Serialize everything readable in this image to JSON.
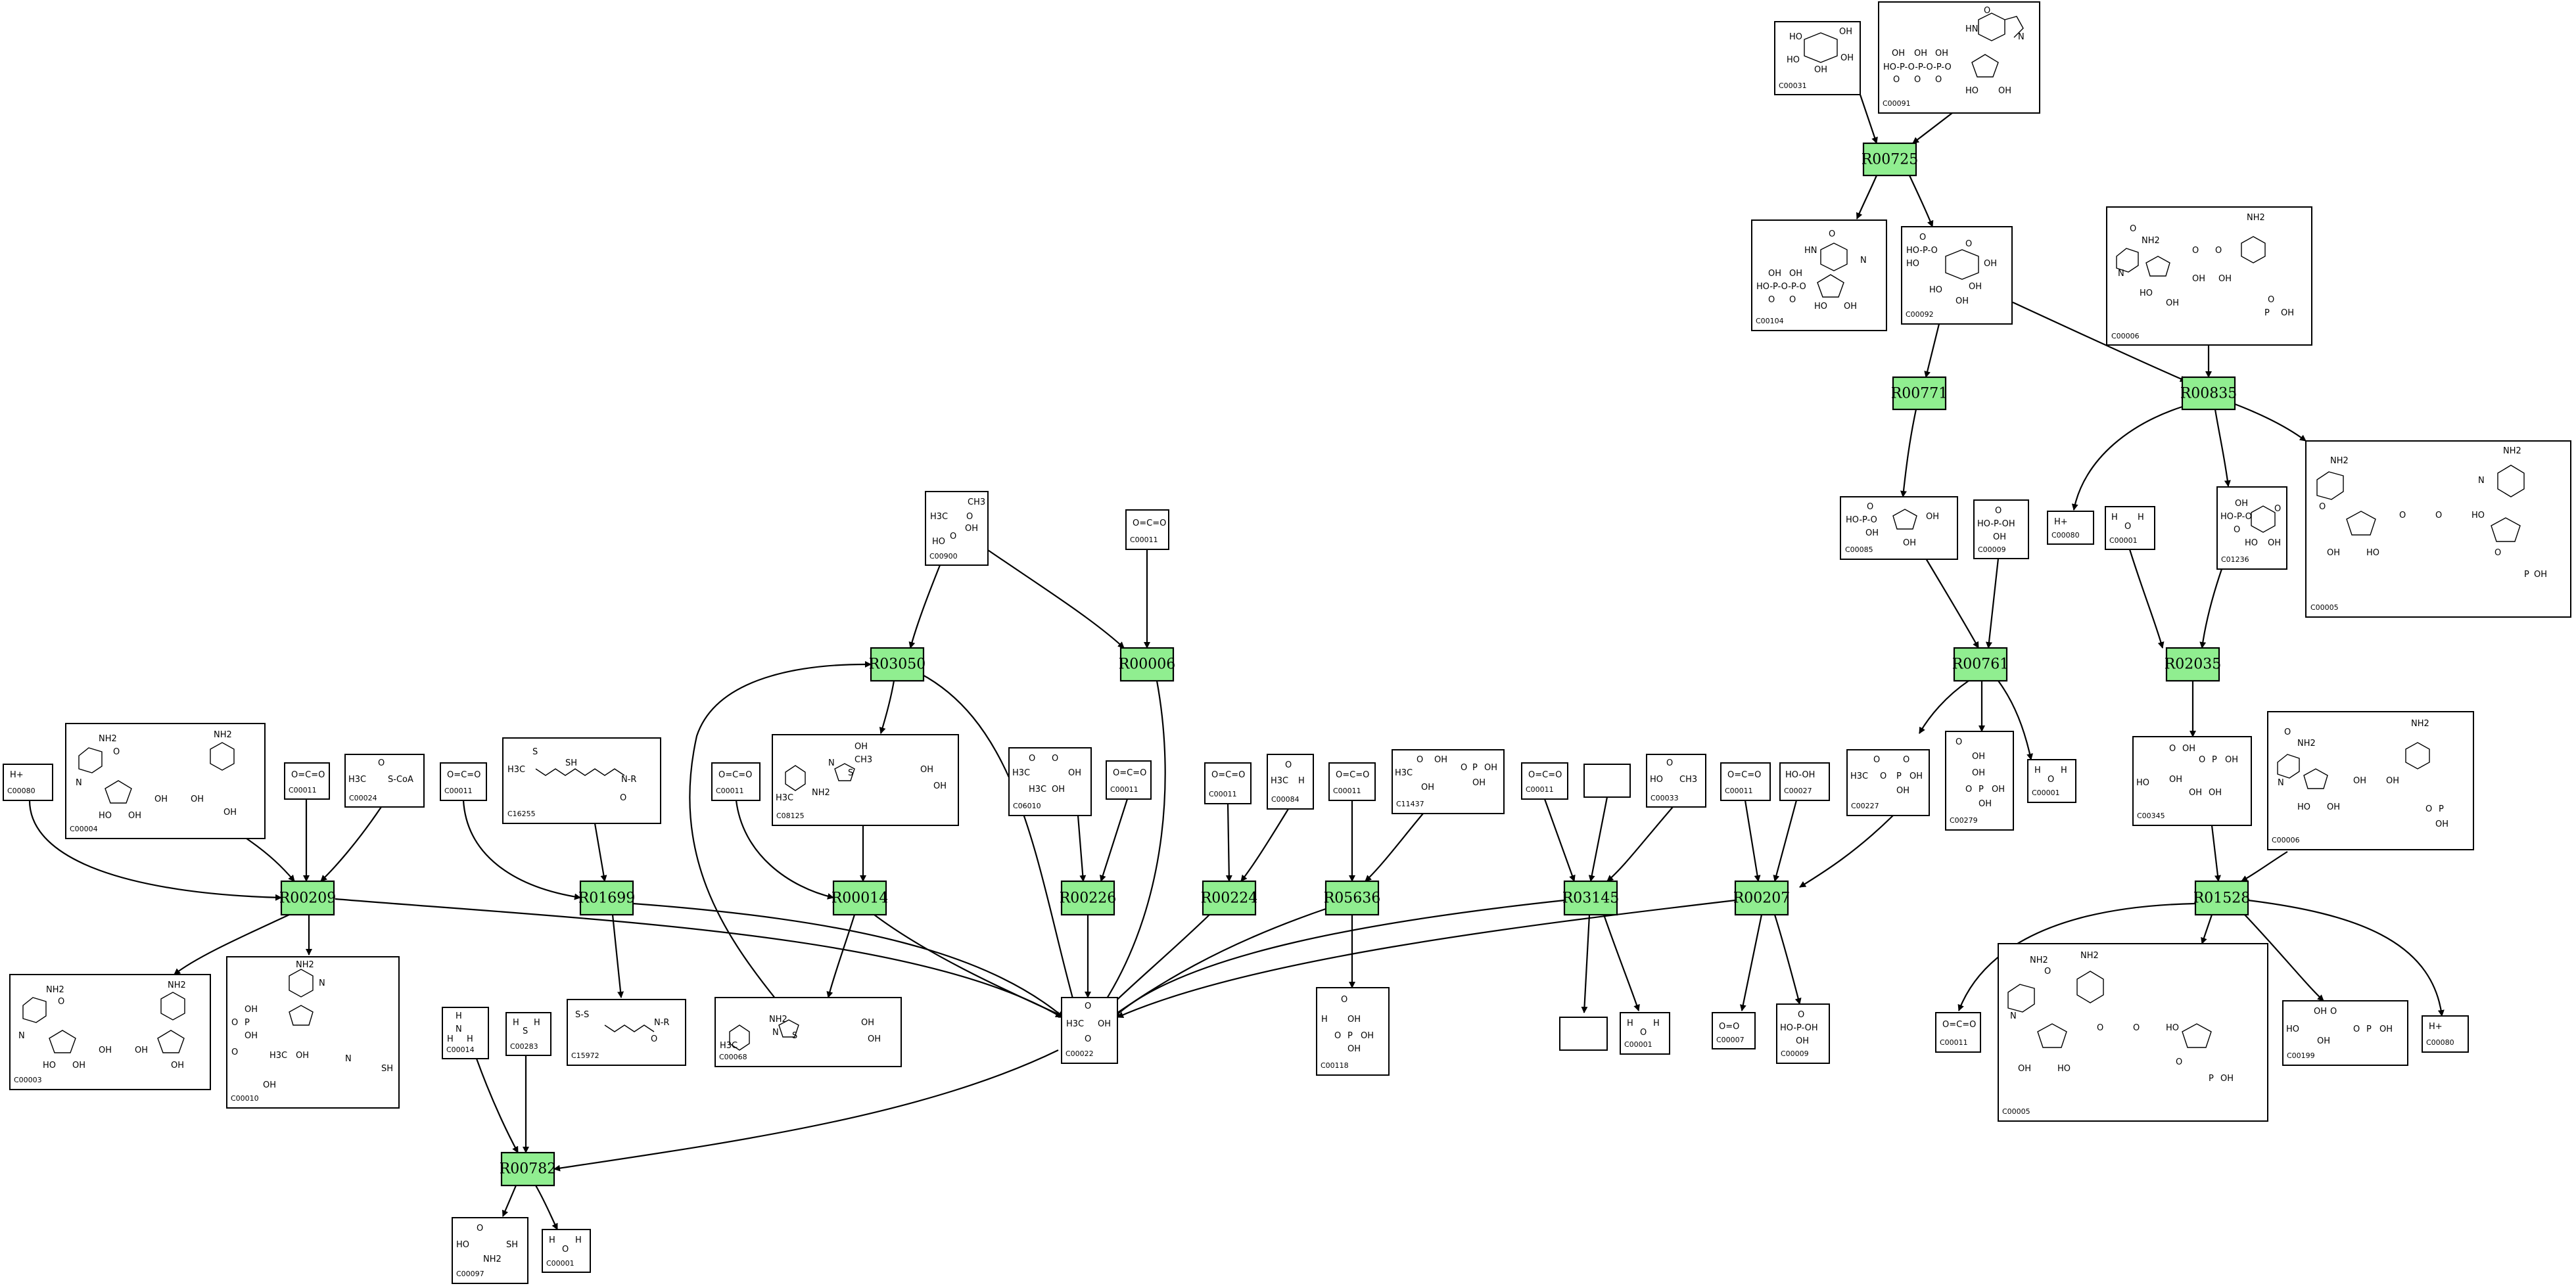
{
  "reactions": {
    "R00725": "R00725",
    "R00771": "R00771",
    "R00835": "R00835",
    "R03050": "R03050",
    "R00006": "R00006",
    "R00761": "R00761",
    "R02035": "R02035",
    "R00209": "R00209",
    "R01699": "R01699",
    "R00014": "R00014",
    "R00226": "R00226",
    "R00224": "R00224",
    "R05636": "R05636",
    "R03145": "R03145",
    "R00207": "R00207",
    "R01528": "R01528",
    "R00782": "R00782"
  },
  "compounds": {
    "c00031": "C00031",
    "c00091": "C00091",
    "c00104": "C00104",
    "c00092": "C00092",
    "c00006_top": "C00006",
    "c00085": "C00085",
    "c00009_top": "C00009",
    "c00080_top": "C00080",
    "c00001_top": "C00001",
    "c01236": "C01236",
    "c00005_top": "C00005",
    "c00900": "C00900",
    "c00011_top": "C00011",
    "c00080_left": "C00080",
    "c00004": "C00004",
    "c00011_a": "C00011",
    "c00024": "C00024",
    "c00011_b": "C00011",
    "c16255": "C16255",
    "c00011_c": "C00011",
    "c08125": "C08125",
    "c06010": "C06010",
    "c00011_d": "C00011",
    "c00011_e": "C00011",
    "c00084": "C00084",
    "c00011_f": "C00011",
    "c11437": "C11437",
    "c00011_g": "C00011",
    "unlabeled_mid": "",
    "c00033": "C00033",
    "c00011_h": "C00011",
    "c00027": "C00027",
    "c00227": "C00227",
    "c00279": "C00279",
    "c00001_mid": "C00001",
    "c00345": "C00345",
    "c00006_mid": "C00006",
    "c00003": "C00003",
    "c00010": "C00010",
    "c15972": "C15972",
    "c00068": "C00068",
    "c00022": "C00022",
    "c00118": "C00118",
    "unlabeled_low": "",
    "c00001_low": "C00001",
    "c00007": "C00007",
    "c00009_low": "C00009",
    "c00011_low": "C00011",
    "c00005_low": "C00005",
    "c00199": "C00199",
    "c00080_low": "C00080",
    "c00014": "C00014",
    "c00283": "C00283",
    "c00097": "C00097",
    "c00001_bottom": "C00001"
  },
  "structures": {
    "c00031": [
      "HO",
      "OH",
      "OH",
      "OH",
      "HO"
    ],
    "c00091": [
      "O",
      "HN",
      "N",
      "OH",
      "OH",
      "OH",
      "HO-P-O-P-O-P-O",
      "O",
      "O",
      "O",
      "HO",
      "OH"
    ],
    "c00104": [
      "O",
      "HN",
      "N",
      "OH",
      "OH",
      "HO-P-O-P-O",
      "O",
      "O",
      "HO",
      "OH"
    ],
    "c00092": [
      "O",
      "HO-P-O",
      "HO",
      "O",
      "OH",
      "HO",
      "OH",
      "OH"
    ],
    "c00006_top": [
      "O",
      "NH2",
      "NH2",
      "N",
      "O",
      "O",
      "OH",
      "OH",
      "HO",
      "OH",
      "O",
      "P",
      "OH"
    ],
    "c00085": [
      "O",
      "HO-P-O",
      "OH",
      "OH",
      "OH"
    ],
    "c00009_top": [
      "O",
      "HO-P-OH",
      "OH"
    ],
    "c00080_top": [
      "H+"
    ],
    "c00001_top": [
      "H",
      "O",
      "H"
    ],
    "c01236": [
      "OH",
      "HO-P-O",
      "O",
      "O",
      "HO",
      "OH"
    ],
    "c00005_top": [
      "NH2",
      "NH2",
      "N",
      "O",
      "O",
      "O",
      "HO",
      "OH",
      "HO",
      "O",
      "P",
      "OH"
    ],
    "c00900": [
      "CH3",
      "H3C",
      "O",
      "OH",
      "HO",
      "O"
    ],
    "c00011_top": [
      "O=C=O"
    ],
    "c00080_left": [
      "H+"
    ],
    "c00004": [
      "NH2",
      "O",
      "NH2",
      "N",
      "OH",
      "OH",
      "HO",
      "OH",
      "OH"
    ],
    "c00011_a": [
      "O=C=O"
    ],
    "c00024": [
      "O",
      "H3C",
      "S-CoA"
    ],
    "c00011_b": [
      "O=C=O"
    ],
    "c16255": [
      "S",
      "SH",
      "H3C",
      "N-R",
      "O"
    ],
    "c00011_c": [
      "O=C=O"
    ],
    "c08125": [
      "OH",
      "CH3",
      "N",
      "S",
      "H3C",
      "NH2",
      "OH",
      "OH"
    ],
    "c06010": [
      "O",
      "O",
      "H3C",
      "OH",
      "H3C",
      "OH"
    ],
    "c00011_d": [
      "O=C=O"
    ],
    "c00011_e": [
      "O=C=O"
    ],
    "c00084": [
      "O",
      "H3C",
      "H"
    ],
    "c00011_f": [
      "O=C=O"
    ],
    "c11437": [
      "O",
      "OH",
      "H3C",
      "O",
      "P",
      "OH",
      "OH",
      "OH"
    ],
    "c00011_g": [
      "O=C=O"
    ],
    "c00033": [
      "O",
      "HO",
      "CH3"
    ],
    "c00011_h": [
      "O=C=O"
    ],
    "c00027": [
      "HO-OH"
    ],
    "c00227": [
      "O",
      "O",
      "H3C",
      "O",
      "P",
      "OH",
      "OH"
    ],
    "c00279": [
      "O",
      "OH",
      "OH",
      "O",
      "P",
      "OH",
      "OH"
    ],
    "c00001_mid": [
      "H",
      "O",
      "H"
    ],
    "c00345": [
      "O",
      "OH",
      "O",
      "P",
      "OH",
      "HO",
      "OH",
      "OH",
      "OH"
    ],
    "c00006_mid": [
      "O",
      "NH2",
      "NH2",
      "N",
      "OH",
      "OH",
      "HO",
      "OH",
      "O",
      "P",
      "OH"
    ],
    "c00003": [
      "NH2",
      "O",
      "NH2",
      "N",
      "OH",
      "OH",
      "HO",
      "OH",
      "OH"
    ],
    "c00010": [
      "NH2",
      "N",
      "OH",
      "O",
      "P",
      "OH",
      "O",
      "H3C",
      "OH",
      "N",
      "SH",
      "OH"
    ],
    "c15972": [
      "S-S",
      "N-R",
      "O"
    ],
    "c00068": [
      "NH2",
      "N",
      "S",
      "H3C",
      "OH",
      "OH"
    ],
    "c00022": [
      "O",
      "H3C",
      "OH",
      "O"
    ],
    "c00118": [
      "O",
      "H",
      "OH",
      "O",
      "P",
      "OH",
      "OH"
    ],
    "c00001_low": [
      "H",
      "O",
      "H"
    ],
    "c00007": [
      "O=O"
    ],
    "c00009_low": [
      "O",
      "HO-P-OH",
      "OH"
    ],
    "c00011_low": [
      "O=C=O"
    ],
    "c00005_low": [
      "NH2",
      "O",
      "NH2",
      "N",
      "O",
      "O",
      "HO",
      "OH",
      "HO",
      "O",
      "P",
      "OH"
    ],
    "c00199": [
      "OH",
      "O",
      "HO",
      "OH",
      "O",
      "P",
      "OH"
    ],
    "c00080_low": [
      "H+"
    ],
    "c00014": [
      "H",
      "N",
      "H",
      "H"
    ],
    "c00283": [
      "H",
      "S",
      "H"
    ],
    "c00097": [
      "O",
      "HO",
      "SH",
      "NH2"
    ],
    "c00001_bottom": [
      "H",
      "O",
      "H"
    ]
  },
  "colors": {
    "reaction_fill": "#90ee90",
    "line": "#000000",
    "background": "#ffffff"
  }
}
